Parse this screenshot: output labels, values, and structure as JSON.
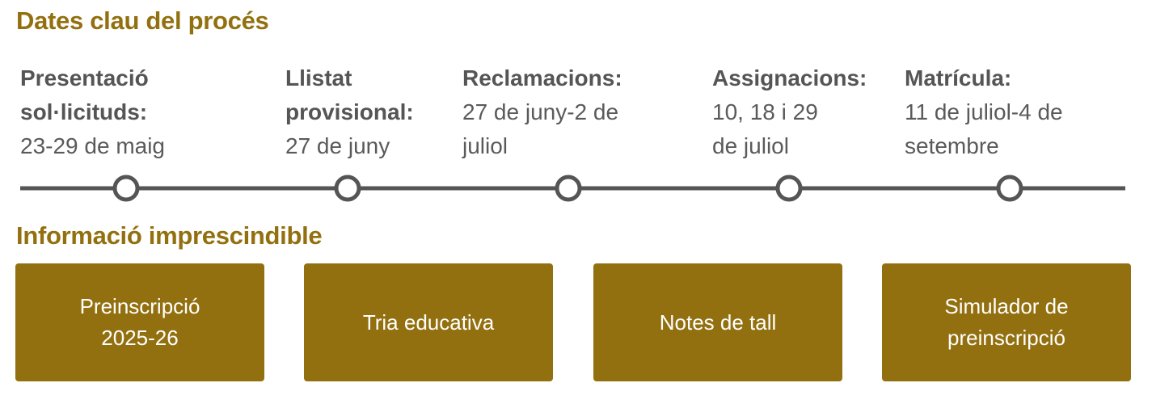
{
  "dates_section": {
    "title": "Dates clau del procés",
    "milestones": [
      {
        "label_lines": [
          "Presentació",
          "sol·licituds:"
        ],
        "date_lines": [
          "23-29 de maig"
        ]
      },
      {
        "label_lines": [
          "Llistat",
          "provisional:"
        ],
        "date_lines": [
          "27 de juny"
        ]
      },
      {
        "label_lines": [
          "Reclamacions:"
        ],
        "date_lines": [
          "27 de juny-2 de",
          "juliol"
        ]
      },
      {
        "label_lines": [
          "Assignacions:"
        ],
        "date_lines": [
          "10, 18 i 29",
          "de juliol"
        ]
      },
      {
        "label_lines": [
          "Matrícula:"
        ],
        "date_lines": [
          "11 de juliol-4 de",
          "setembre"
        ]
      }
    ]
  },
  "info_section": {
    "title": "Informació imprescindible",
    "buttons": [
      {
        "lines": [
          "Preinscripció",
          "2025-26"
        ]
      },
      {
        "lines": [
          "Tria educativa"
        ]
      },
      {
        "lines": [
          "Notes de tall"
        ]
      },
      {
        "lines": [
          "Simulador de",
          "preinscripció"
        ]
      }
    ]
  },
  "colors": {
    "accent": "#93700f",
    "text": "#555555",
    "timeline": "#555555",
    "button_text": "#ffffff"
  }
}
